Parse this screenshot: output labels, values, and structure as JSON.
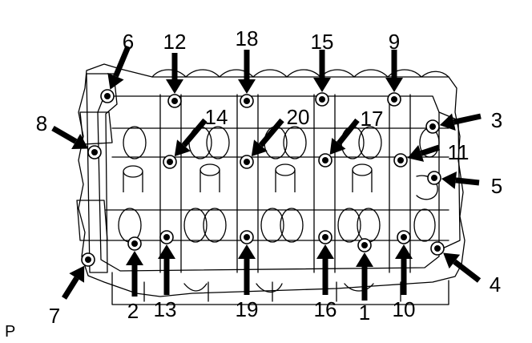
{
  "diagram": {
    "view_label": "P",
    "callouts": [
      {
        "label": "1"
      },
      {
        "label": "2"
      },
      {
        "label": "3"
      },
      {
        "label": "4"
      },
      {
        "label": "5"
      },
      {
        "label": "6"
      },
      {
        "label": "7"
      },
      {
        "label": "8"
      },
      {
        "label": "9"
      },
      {
        "label": "10"
      },
      {
        "label": "11"
      },
      {
        "label": "12"
      },
      {
        "label": "13"
      },
      {
        "label": "14"
      },
      {
        "label": "15"
      },
      {
        "label": "16"
      },
      {
        "label": "17"
      },
      {
        "label": "18"
      },
      {
        "label": "19"
      },
      {
        "label": "20"
      }
    ]
  },
  "colors": {
    "line": "#000000",
    "background": "#ffffff"
  }
}
